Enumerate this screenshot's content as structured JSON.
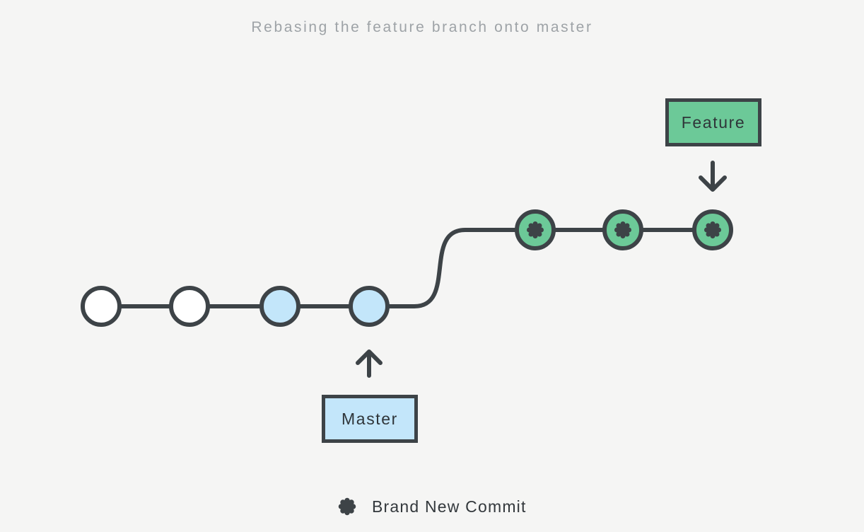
{
  "title": "Rebasing the feature branch onto master",
  "branch_labels": {
    "feature": "Feature",
    "master": "Master"
  },
  "legend": {
    "icon": "asterisk-icon",
    "label": "Brand New Commit"
  },
  "colors": {
    "background": "#f5f5f4",
    "stroke_dark": "#3d4347",
    "commit_white": "#ffffff",
    "commit_blue": "#c3e6fa",
    "commit_green": "#6cc998",
    "feature_box_fill": "#6cc998",
    "master_box_fill": "#c3e6fa",
    "title_text": "#9ea3a7",
    "label_text": "#2f3539"
  },
  "diagram": {
    "master_branch": {
      "commit_count": 4,
      "commit_fills": [
        "white",
        "white",
        "blue",
        "blue"
      ],
      "pointer": "arrow-up to last blue commit"
    },
    "feature_branch": {
      "commit_count": 3,
      "commit_fills": [
        "green",
        "green",
        "green"
      ],
      "commit_icon": "asterisk",
      "pointer": "arrow-down to last green commit"
    }
  }
}
